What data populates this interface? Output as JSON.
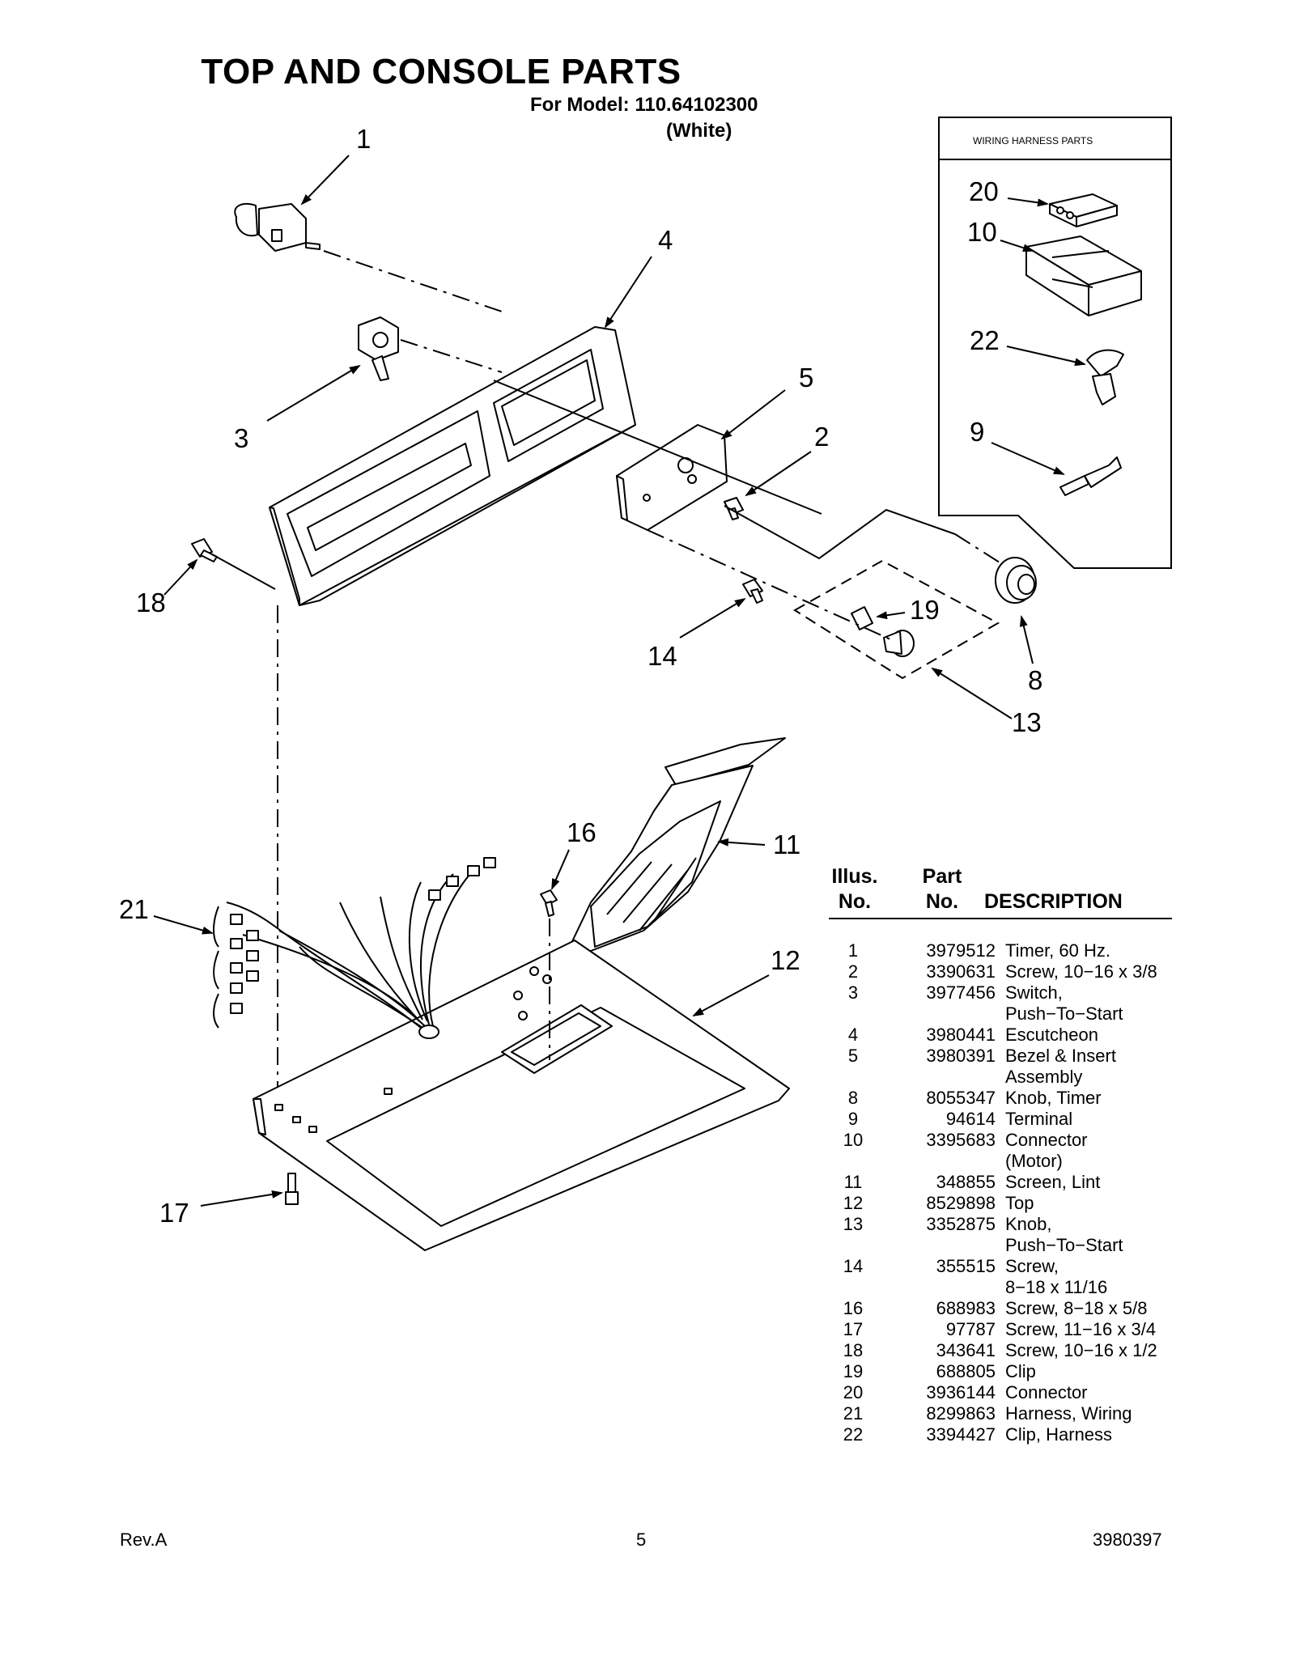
{
  "header": {
    "title": "TOP AND CONSOLE PARTS",
    "model_line": "For Model: 110.64102300",
    "color_line": "(White)"
  },
  "inset": {
    "title": "WIRING HARNESS PARTS"
  },
  "callouts": {
    "c1": "1",
    "c2": "2",
    "c3": "3",
    "c4": "4",
    "c5": "5",
    "c8": "8",
    "c9": "9",
    "c10": "10",
    "c11": "11",
    "c12": "12",
    "c13": "13",
    "c14": "14",
    "c16": "16",
    "c17": "17",
    "c18": "18",
    "c19": "19",
    "c20": "20",
    "c21": "21",
    "c22": "22"
  },
  "table": {
    "col_illus": "Illus.",
    "col_illus2": "No.",
    "col_part": "Part",
    "col_part2": "No.",
    "col_desc": "DESCRIPTION",
    "rows": [
      {
        "num": "1",
        "part": "3979512",
        "desc": "Timer, 60 Hz."
      },
      {
        "num": "2",
        "part": "3390631",
        "desc": "Screw, 10−16 x 3/8"
      },
      {
        "num": "3",
        "part": "3977456",
        "desc": "Switch,\nPush−To−Start"
      },
      {
        "num": "4",
        "part": "3980441",
        "desc": "Escutcheon"
      },
      {
        "num": "5",
        "part": "3980391",
        "desc": "Bezel & Insert\nAssembly"
      },
      {
        "num": "8",
        "part": "8055347",
        "desc": "Knob, Timer"
      },
      {
        "num": "9",
        "part": "94614",
        "desc": "Terminal"
      },
      {
        "num": "10",
        "part": "3395683",
        "desc": "Connector\n(Motor)"
      },
      {
        "num": "11",
        "part": "348855",
        "desc": "Screen, Lint"
      },
      {
        "num": "12",
        "part": "8529898",
        "desc": "Top"
      },
      {
        "num": "13",
        "part": "3352875",
        "desc": "Knob,\nPush−To−Start"
      },
      {
        "num": "14",
        "part": "355515",
        "desc": "Screw,\n8−18 x 11/16"
      },
      {
        "num": "16",
        "part": "688983",
        "desc": "Screw, 8−18 x 5/8"
      },
      {
        "num": "17",
        "part": "97787",
        "desc": "Screw, 11−16 x 3/4"
      },
      {
        "num": "18",
        "part": "343641",
        "desc": "Screw, 10−16 x 1/2"
      },
      {
        "num": "19",
        "part": "688805",
        "desc": "Clip"
      },
      {
        "num": "20",
        "part": "3936144",
        "desc": "Connector"
      },
      {
        "num": "21",
        "part": "8299863",
        "desc": "Harness, Wiring"
      },
      {
        "num": "22",
        "part": "3394427",
        "desc": "Clip, Harness"
      }
    ]
  },
  "footer": {
    "rev": "Rev.A",
    "page": "5",
    "doc_no": "3980397"
  }
}
